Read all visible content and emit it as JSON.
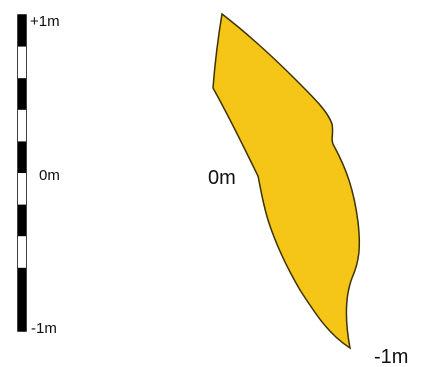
{
  "scale_bar": {
    "top_label": "+1m",
    "middle_label": "0m",
    "bottom_label": "-1m",
    "segments": [
      "black",
      "white",
      "black",
      "white",
      "black",
      "white",
      "black",
      "white",
      "black",
      "black"
    ]
  },
  "profile": {
    "upper_label": "0m",
    "lower_label": "-1m",
    "fill_color": "#f5c518",
    "outline_color": "#3a3000",
    "speckle_color": "#c89b00"
  }
}
